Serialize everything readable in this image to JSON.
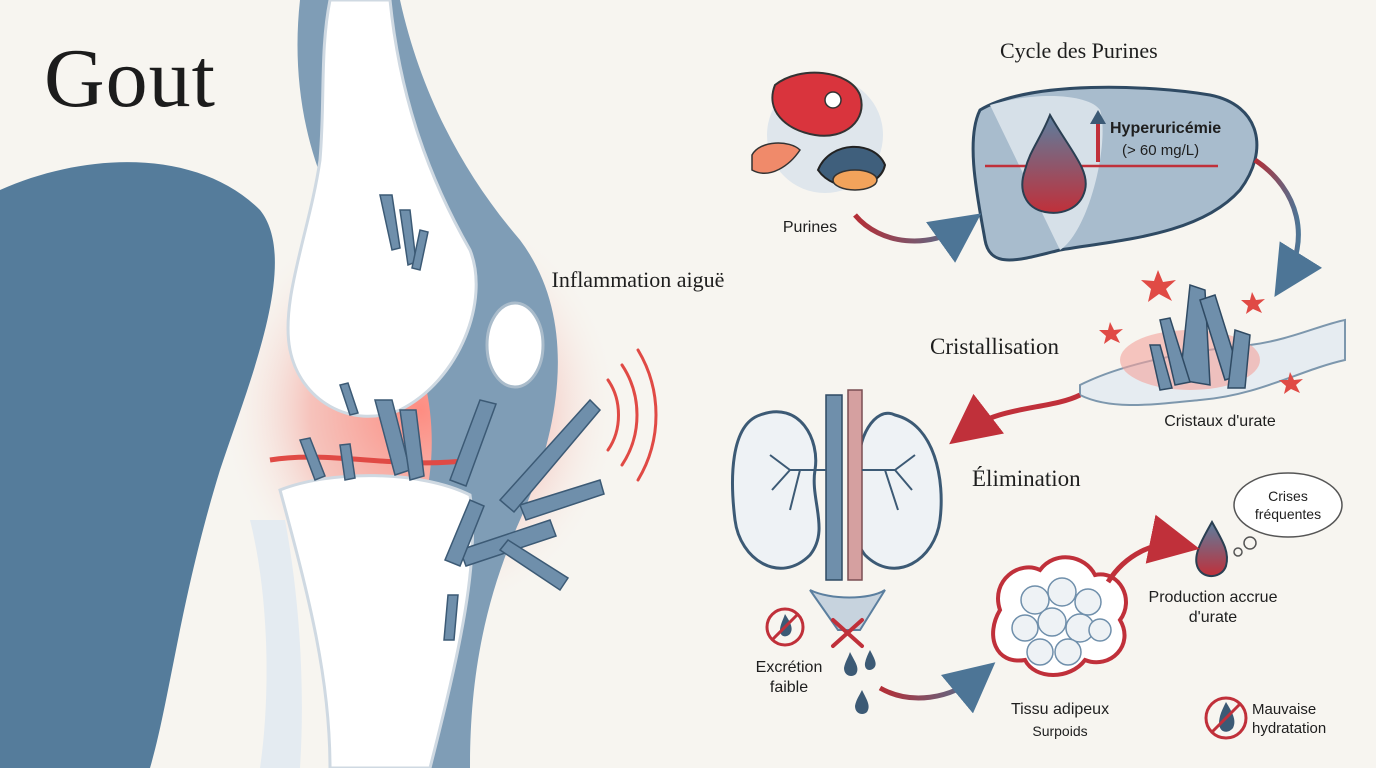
{
  "title": "Gout",
  "inflammation_label": "Inflammation aiguë",
  "cycle": {
    "title": "Cycle des Purines",
    "purines_label": "Purines",
    "hyperuricemia": {
      "label": "Hyperuricémie",
      "threshold": "(> 60 mg/L)"
    },
    "crystallization": {
      "title": "Cristallisation",
      "crystals_label": "Cristaux d'urate"
    },
    "elimination": {
      "title": "Élimination",
      "excretion_label": "Excrétion faible"
    },
    "adipose": {
      "label": "Tissu adipeux",
      "sub": "Surpoids"
    },
    "production_label": "Production accrue d'urate",
    "crises_label": "Crises fréquentes",
    "hydration_label": "Mauvaise hydratation"
  },
  "colors": {
    "blue": "#5b7f9f",
    "red": "#e04a45",
    "dark_red": "#b52d35",
    "pale": "#dfe6ec"
  }
}
